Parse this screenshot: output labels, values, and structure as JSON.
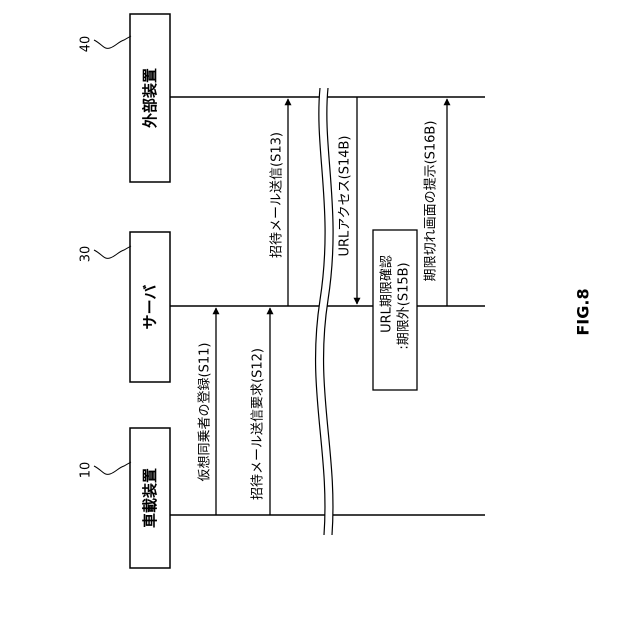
{
  "figure_label": "FIG.8",
  "devices": [
    {
      "id": "10",
      "name": "車載装置"
    },
    {
      "id": "30",
      "name": "サーバ"
    },
    {
      "id": "40",
      "name": "外部装置"
    }
  ],
  "messages": [
    {
      "label": "仮想同乗者の登録(S11)"
    },
    {
      "label": "招待メール送信要求(S12)"
    },
    {
      "label": "招待メール送信(S13)"
    },
    {
      "label": "URLアクセス(S14B)"
    },
    {
      "label": "期限切れ画面の提示(S16B)"
    }
  ],
  "process_box": {
    "line1": "URL期限確認",
    "line2": ":期限外(S15B)"
  }
}
